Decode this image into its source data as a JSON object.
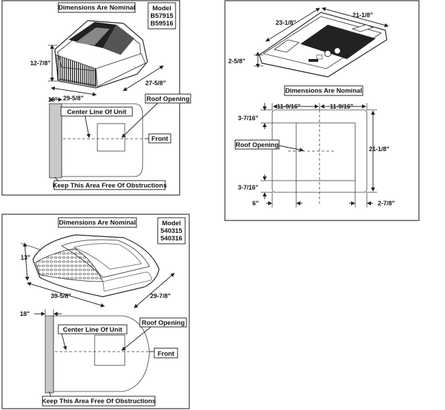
{
  "panel_a": {
    "title": "Dimensions Are Nominal",
    "model_lines": [
      "Model",
      "B57915",
      "B59516"
    ],
    "dim_height": "12-7/8\"",
    "dim_width": "29-5/8\"",
    "dim_depth": "27-5/8\"",
    "dim_clearance": "18\"",
    "label_center_line": "Center Line Of Unit",
    "label_roof_opening": "Roof Opening",
    "label_front": "Front",
    "label_keep_clear": "Keep This Area Free Of Obstructions"
  },
  "panel_b": {
    "dim_width": "23-1/8\"",
    "dim_depth": "21-1/8\"",
    "dim_height": "2-5/8\"",
    "title": "Dimensions Are Nominal",
    "dim_half_left": "11-9/16\"",
    "dim_half_right": "11-9/16\"",
    "dim_top_offset": "3-7/16\"",
    "dim_side_total": "21-1/8\"",
    "label_roof_opening": "Roof Opening",
    "dim_bottom_offset": "3-7/16\"",
    "dim_left_offset": "6\"",
    "dim_right_offset": "2-7/8\""
  },
  "panel_c": {
    "title": "Dimensions Are Nominal",
    "model_lines": [
      "Model",
      "540315",
      "540316"
    ],
    "dim_height": "13\"",
    "dim_width": "39-5/8\"",
    "dim_depth": "29-7/8\"",
    "dim_clearance": "18\"",
    "label_center_line": "Center Line Of Unit",
    "label_roof_opening": "Roof Opening",
    "label_front": "Front",
    "label_keep_clear": "Keep This Area Free Of Obstructions"
  }
}
